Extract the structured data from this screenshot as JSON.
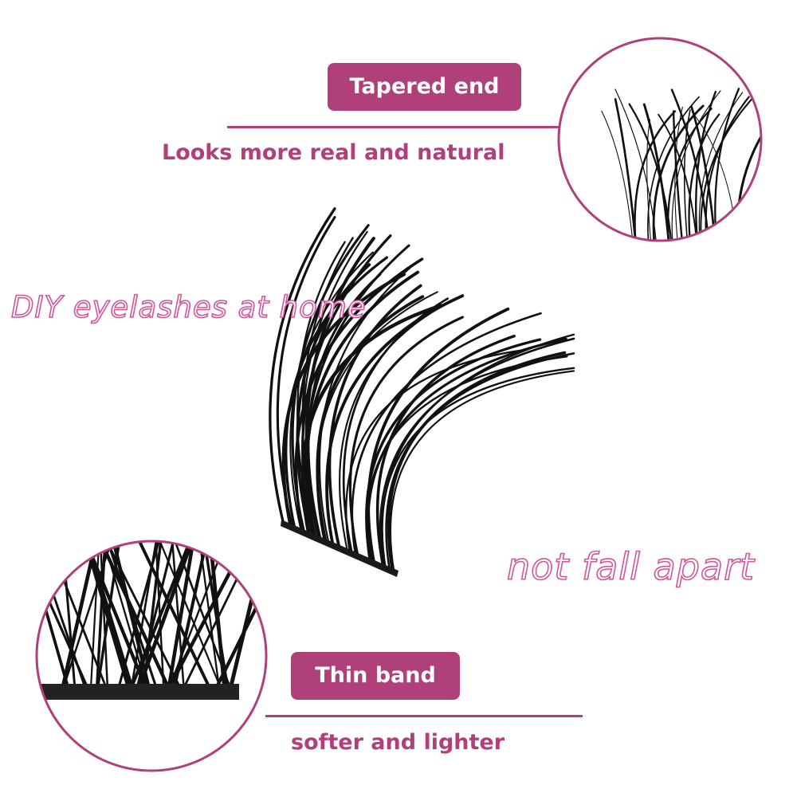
{
  "top_feature": {
    "badge": "Tapered end",
    "caption": "Looks more real and natural"
  },
  "bottom_feature": {
    "badge": "Thin band",
    "caption": "softer and lighter"
  },
  "slogans": {
    "left": "DIY eyelashes at home",
    "right": "not fall apart"
  },
  "colors": {
    "accent": "#b0407a",
    "outline_text": "#d0569c",
    "lash": "#111111"
  }
}
